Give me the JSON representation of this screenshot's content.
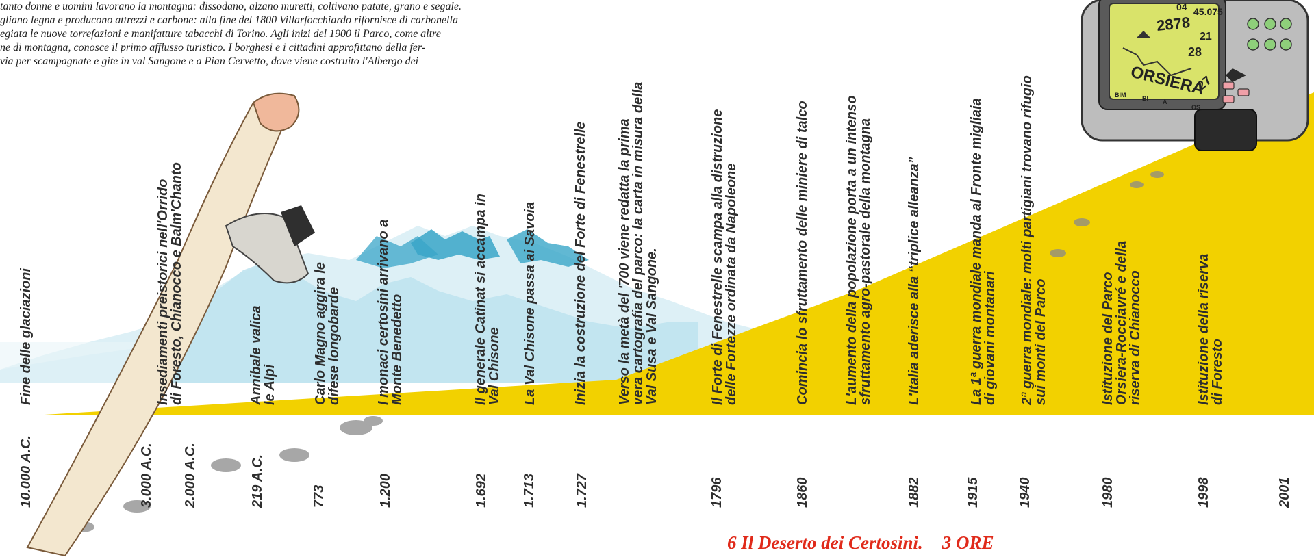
{
  "intro": {
    "lines": [
      "tanto donne e uomini lavorano la montagna: dissodano, alzano muretti, coltivano patate, grano e segale.",
      "gliano legna e producono attrezzi e carbone: alla fine del 1800 Villarfocchiardo rifornisce di carbonella",
      "egiata le nuove torrefazioni e manifatture tabacchi di Torino. Agli inizi del 1900 il Parco, come altre",
      "ne di montagna, conosce il primo afflusso turistico. I borghesi e i cittadini approfittano della fer-",
      "via per scampagnate e gite in val Sangone e a Pian Cervetto, dove viene costruito l'Albergo dei"
    ]
  },
  "timeline": [
    {
      "year": "10.000 A.C.",
      "event": [
        "Fine delle glaciazioni"
      ]
    },
    {
      "year": "3.000 A.C.",
      "event": [
        "Insediamenti preistorici nell'Orrido",
        "di Foresto, Chianocco e Balm'Chanto"
      ]
    },
    {
      "year": "2.000 A.C.",
      "event": []
    },
    {
      "year": "219 A.C.",
      "event": [
        "Annibale valica",
        "le Alpi"
      ]
    },
    {
      "year": "773",
      "event": [
        "Carlo Magno aggira le",
        "difese longobarde"
      ]
    },
    {
      "year": "1.200",
      "event": [
        "I monaci certosini arrivano a",
        "Monte Benedetto"
      ]
    },
    {
      "year": "1.692",
      "event": [
        "Il generale Catinat si accampa in",
        "Val Chisone"
      ]
    },
    {
      "year": "1.713",
      "event": [
        "La Val Chisone passa ai Savoia"
      ]
    },
    {
      "year": "1.727",
      "event": [
        "Inizia la costruzione del Forte di Fenestrelle"
      ]
    },
    {
      "year": "",
      "event": [
        "Verso la metà del '700 viene redatta la prima",
        "vera cartografia del parco: la carta in misura della",
        "Val Susa e Val Sangone."
      ]
    },
    {
      "year": "1796",
      "event": [
        "Il Forte di Fenestrelle scampa alla distruzione",
        "delle Fortezze ordinata da Napoleone"
      ]
    },
    {
      "year": "1860",
      "event": [
        "Comincia lo sfruttamento delle miniere di talco"
      ]
    },
    {
      "year": "",
      "event": [
        "L'aumento della popolazione porta a un intenso",
        "sfruttamento agro-pastorale della montagna"
      ]
    },
    {
      "year": "1882",
      "event": [
        "L'Italia aderisce alla “triplice alleanza”"
      ]
    },
    {
      "year": "1915",
      "event": [
        "La 1ª guerra mondiale manda al Fronte migliaia",
        "di giovani montanari"
      ]
    },
    {
      "year": "1940",
      "event": [
        "2ª guerra mondiale: molti partigiani trovano rifugio",
        "sui monti del Parco"
      ]
    },
    {
      "year": "1980",
      "event": [
        "Istituzione del Parco",
        "Orsiera-Rocciavré e della",
        "riserva di Chianocco"
      ]
    },
    {
      "year": "1998",
      "event": [
        "Istituzione della riserva",
        "di Foresto"
      ]
    },
    {
      "year": "2001",
      "event": []
    }
  ],
  "device": {
    "top_left": "04",
    "top_right": "45.075",
    "altitude": "2878",
    "numbers": [
      "21",
      "28",
      "27"
    ],
    "place": "ORSIERA",
    "bottom": [
      "BIM",
      "BI",
      "A",
      "OS"
    ]
  },
  "footer": {
    "route": "6  Il Deserto dei Certosini.",
    "duration": "3 ORE"
  },
  "colors": {
    "footer": "#e02a1a",
    "slope": "#f2d100",
    "mountains": "#3aa6c8",
    "ice": "#bfe3ef"
  }
}
